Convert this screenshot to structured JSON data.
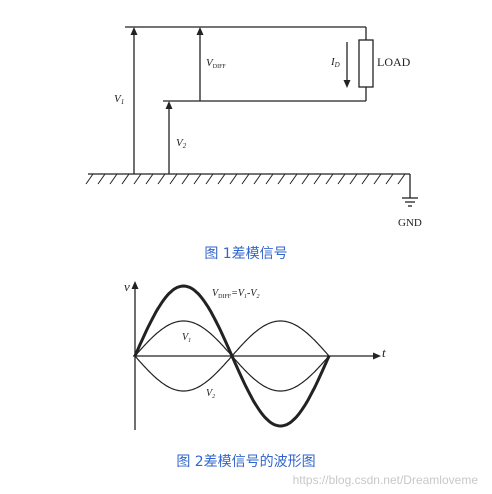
{
  "colors": {
    "line": "#222222",
    "caption": "#3366cc",
    "watermark": "#c8c8c8"
  },
  "fig1": {
    "v1": "V",
    "v1_sub": "1",
    "vdiff": "V",
    "vdiff_sub": "DIFF",
    "v2": "V",
    "v2_sub": "2",
    "id": "I",
    "id_sub": "D",
    "load": "LOAD",
    "gnd": "GND",
    "caption": "图 1差模信号"
  },
  "fig2": {
    "axis_v": "v",
    "axis_t": "t",
    "formula_main": "V",
    "formula_sub": "DIFF",
    "formula_rest": "=V",
    "formula_sub2": "1",
    "formula_minus": "-V",
    "formula_sub3": "2",
    "v1": "V",
    "v1_sub": "1",
    "v2": "V",
    "v2_sub": "2",
    "caption": "图 2差模信号的波形图"
  },
  "watermark": "https://blog.csdn.net/Dreamloveme"
}
